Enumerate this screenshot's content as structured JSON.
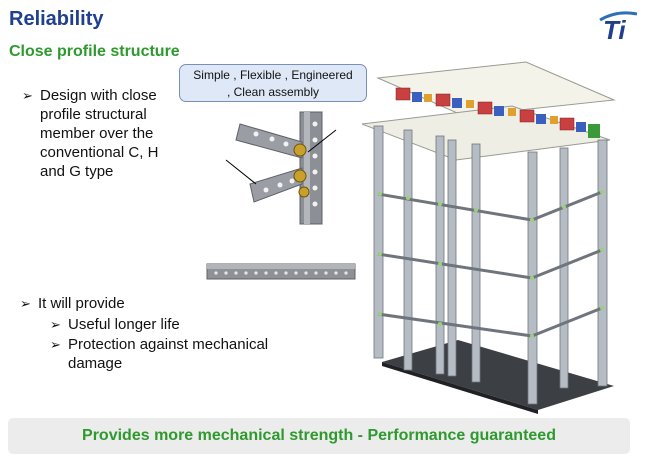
{
  "header": {
    "title": "Reliability",
    "subtitle": "Close profile structure",
    "logo_text": "Ti",
    "logo_icon": "ti-logo-icon"
  },
  "callout": {
    "line1": "Simple , Flexible , Engineered",
    "line2": ", Clean assembly"
  },
  "bullets": {
    "design": "Design with close profile structural member over the conventional C, H and G type",
    "provide": "It will provide",
    "sub1": "Useful longer life",
    "sub2": "Protection against mechanical damage"
  },
  "footer": {
    "banner": "Provides more mechanical strength  - Performance guaranteed"
  },
  "colors": {
    "title": "#1f3f8f",
    "accent_green": "#2e9a2e",
    "callout_fill": "#dfe8f7",
    "banner_fill": "#ececec"
  }
}
